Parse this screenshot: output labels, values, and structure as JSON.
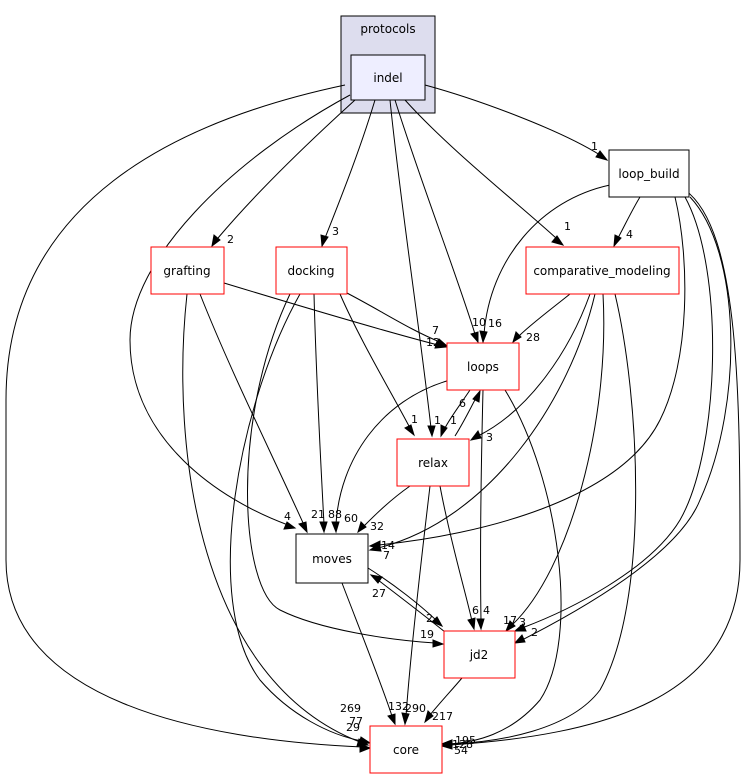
{
  "cluster": {
    "label": "protocols"
  },
  "nodes": {
    "indel": "indel",
    "loop_build": "loop_build",
    "grafting": "grafting",
    "docking": "docking",
    "comparative_modeling": "comparative_modeling",
    "loops": "loops",
    "relax": "relax",
    "moves": "moves",
    "jd2": "jd2",
    "core": "core"
  },
  "edge_labels": {
    "indel_loop_build": "1",
    "indel_grafting": "2",
    "indel_docking": "3",
    "indel_comparative_modeling": "1",
    "indel_loops": "10",
    "indel_relax": "1",
    "indel_moves": "4",
    "indel_core": "29",
    "loop_build_comparative_modeling": "4",
    "loop_build_loops": "16",
    "loop_build_moves": "14",
    "loop_build_jd2": "2",
    "loop_build_jd2_b": "17",
    "loop_build_core": "54",
    "grafting_loops": "12",
    "grafting_moves": "21",
    "grafting_core": "77",
    "docking_loops": "7",
    "docking_relax": "1",
    "docking_moves": "88",
    "docking_jd2": "19",
    "docking_core": "269",
    "comparative_modeling_loops": "28",
    "comparative_modeling_relax": "3",
    "comparative_modeling_moves": "7",
    "comparative_modeling_jd2": "3",
    "comparative_modeling_core": "128",
    "loops_relax": "1",
    "loops_moves": "60",
    "loops_jd2": "4",
    "loops_core": "195",
    "relax_loops": "6",
    "relax_moves": "32",
    "relax_jd2": "6",
    "relax_core": "290",
    "moves_jd2": "2",
    "moves_core": "132",
    "jd2_moves": "27",
    "jd2_core": "217"
  }
}
